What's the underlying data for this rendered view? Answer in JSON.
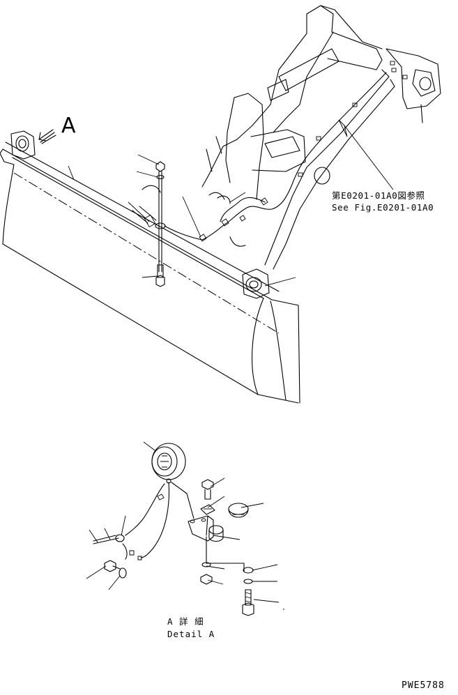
{
  "figure": {
    "view_marker": "A",
    "reference_jp": "第E0201-01A0図参照",
    "reference_en": "See Fig.E0201-01A0",
    "detail_title_jp": "A 詳 細",
    "detail_title_en": "Detail A",
    "figure_code": "PWE5788"
  },
  "colors": {
    "line": "#000000",
    "background": "#ffffff"
  }
}
